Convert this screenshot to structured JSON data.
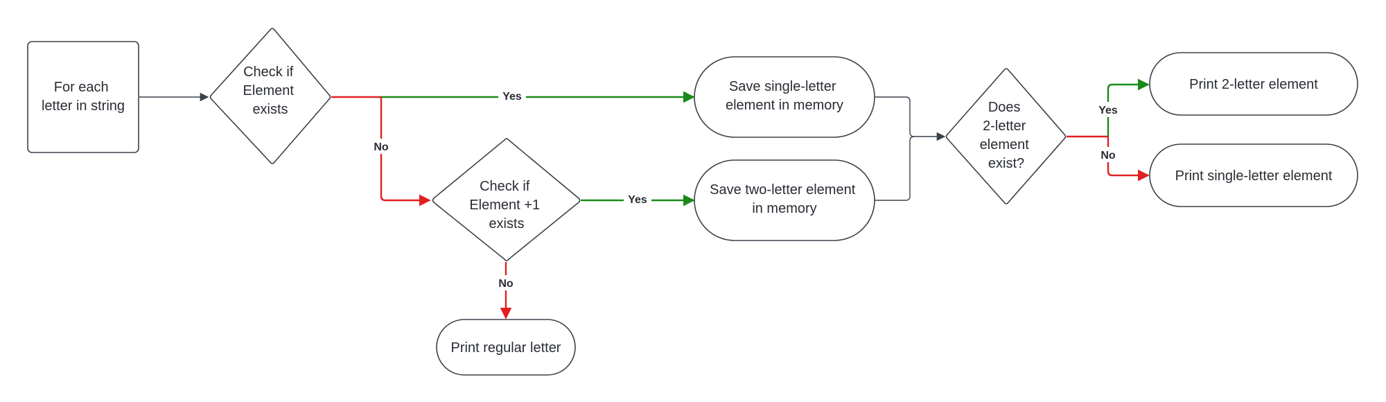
{
  "nodes": {
    "start": {
      "lines": [
        "For each",
        "letter in string"
      ]
    },
    "check_element": {
      "lines": [
        "Check if",
        "Element",
        "exists"
      ]
    },
    "check_element_plus1": {
      "lines": [
        "Check if",
        "Element +1",
        "exists"
      ]
    },
    "save_single": {
      "lines": [
        "Save single-letter",
        "element in memory"
      ]
    },
    "save_two": {
      "lines": [
        "Save two-letter element",
        "in memory"
      ]
    },
    "print_regular": {
      "lines": [
        "Print regular letter"
      ]
    },
    "does_two_exist": {
      "lines": [
        "Does",
        "2-letter",
        "element",
        "exist?"
      ]
    },
    "print_two": {
      "lines": [
        "Print 2-letter element"
      ]
    },
    "print_single": {
      "lines": [
        "Print single-letter element"
      ]
    }
  },
  "edge_labels": {
    "check_yes": "Yes",
    "check_no": "No",
    "plus1_yes": "Yes",
    "plus1_no": "No",
    "exist_yes": "Yes",
    "exist_no": "No"
  },
  "colors": {
    "yes": "#1a8a1a",
    "no": "#e02020",
    "neutral": "#3a414a"
  }
}
